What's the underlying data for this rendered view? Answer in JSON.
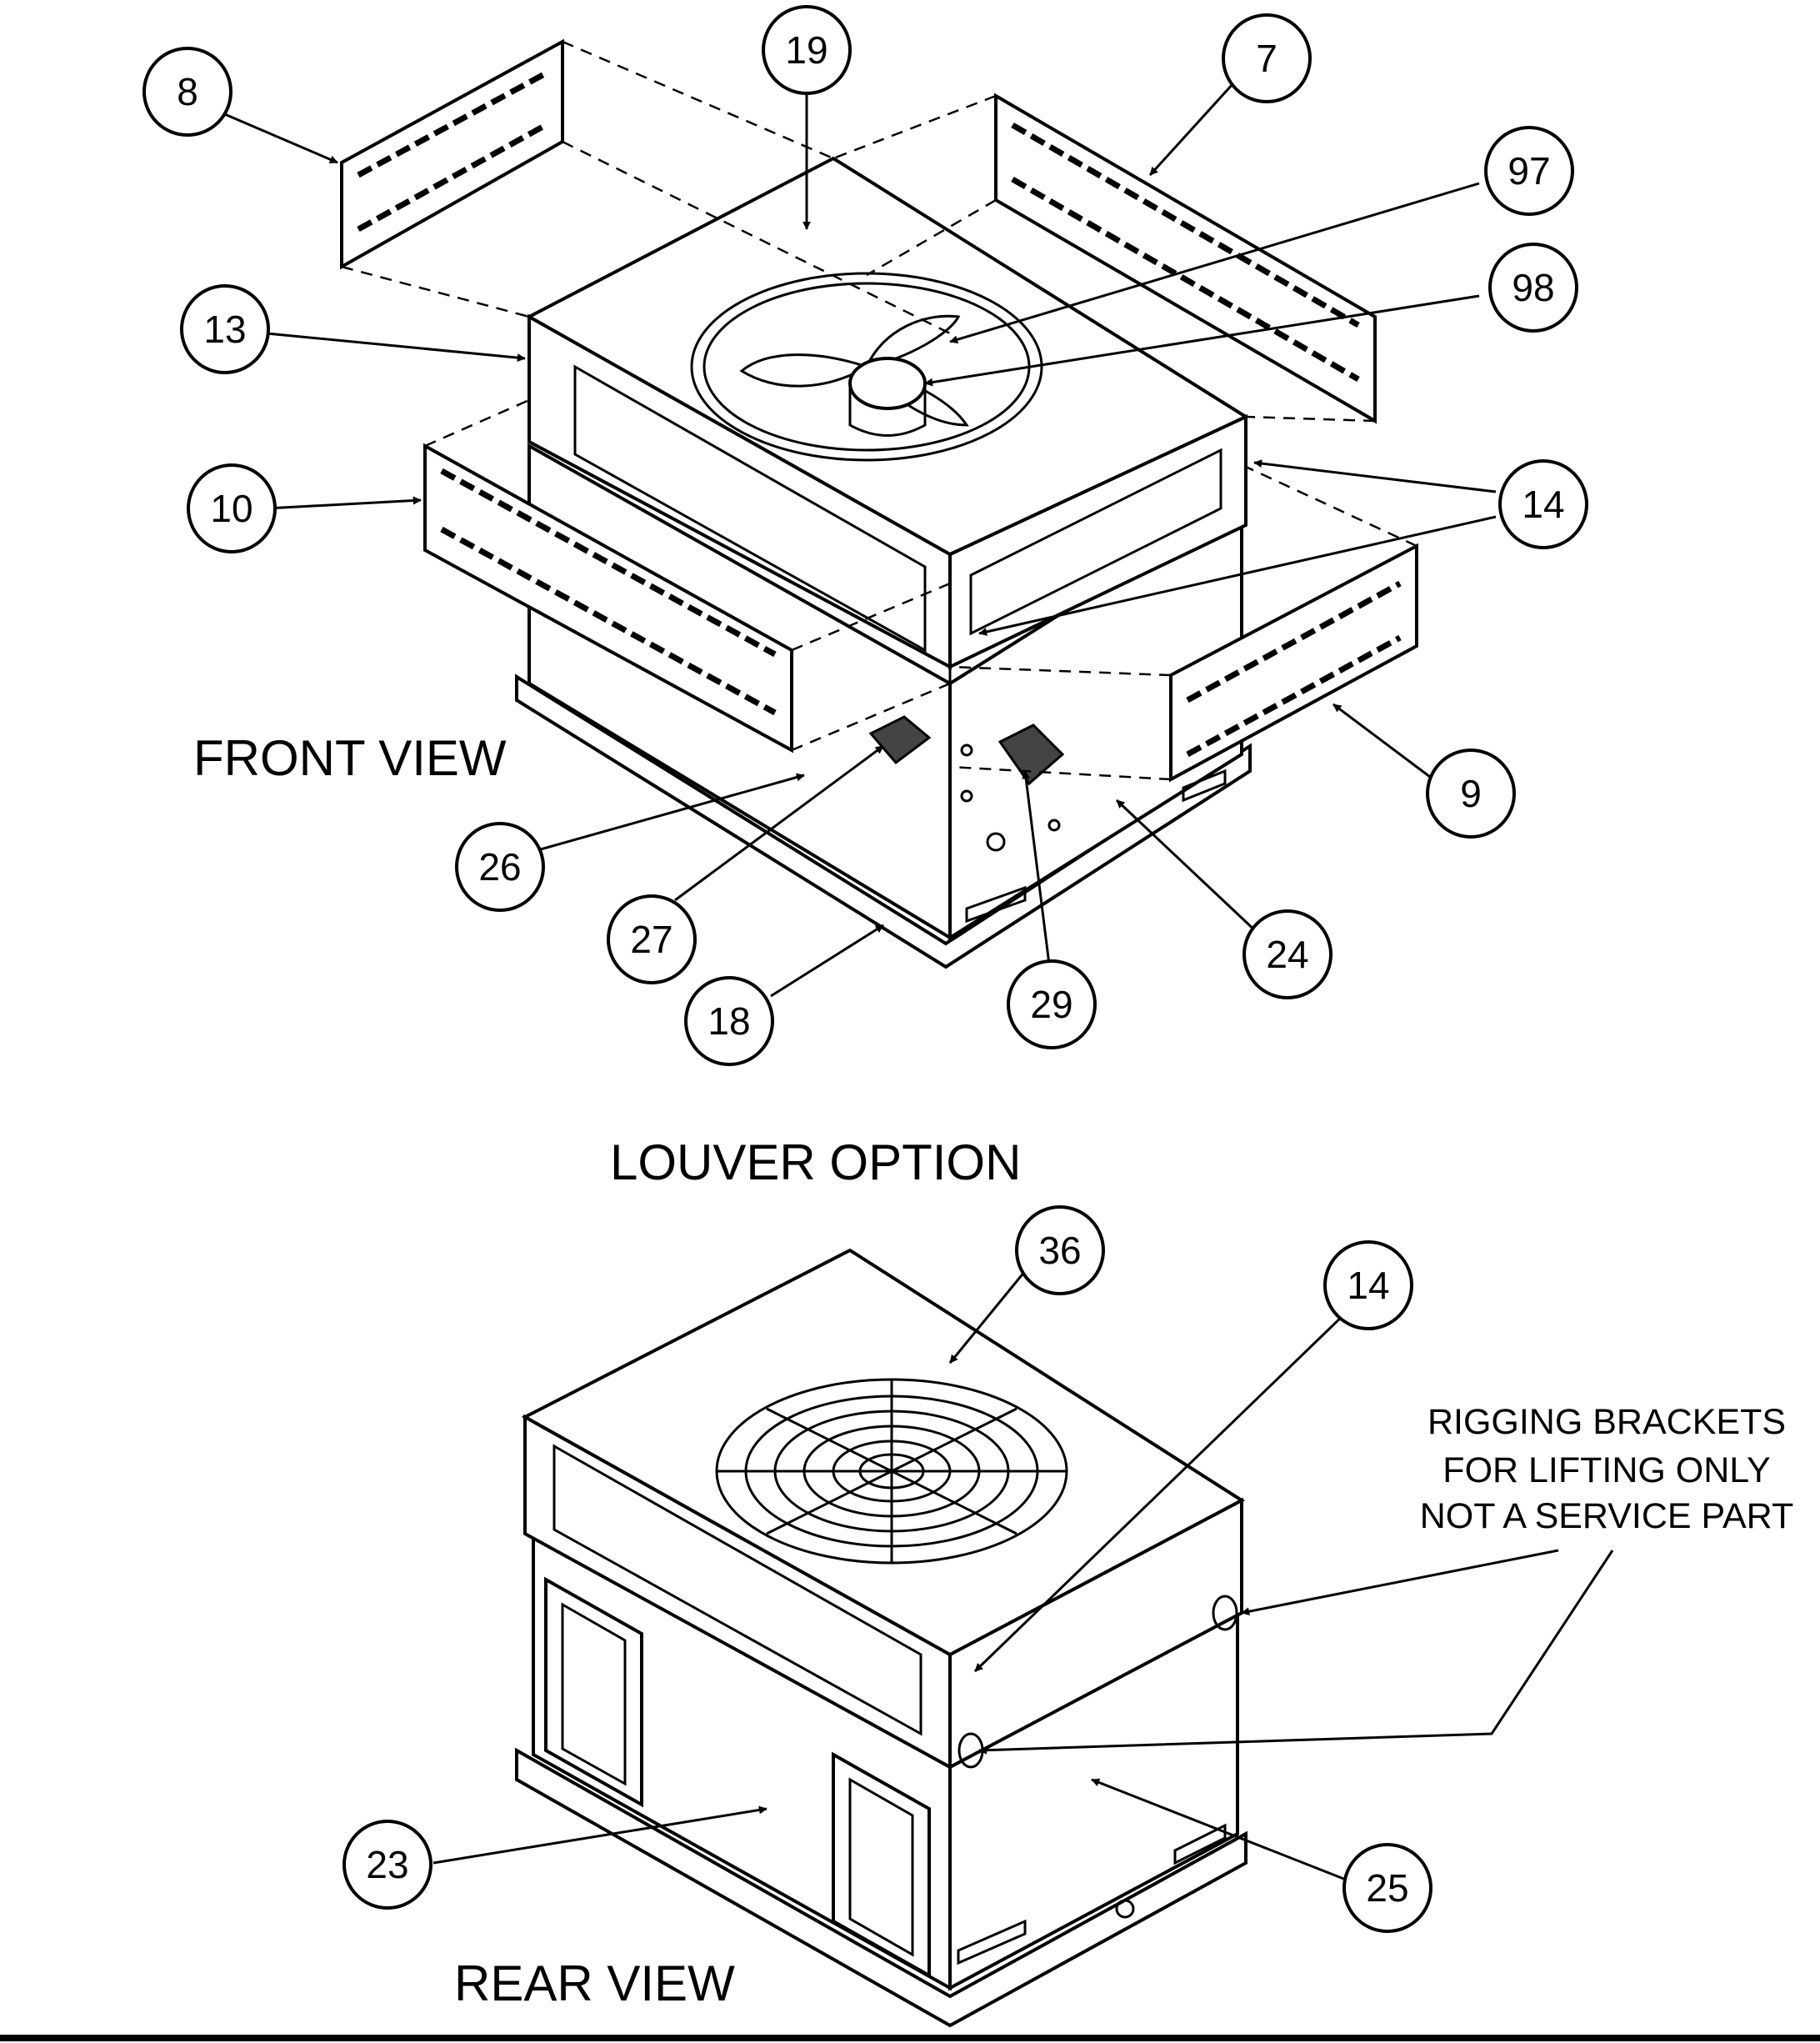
{
  "labels": {
    "front_view": "FRONT VIEW",
    "louver_option": "LOUVER OPTION",
    "rear_view": "REAR VIEW"
  },
  "note": {
    "line1": "RIGGING BRACKETS",
    "line2": "FOR LIFTING ONLY",
    "line3": "NOT A SERVICE PART"
  },
  "callouts": {
    "c8": "8",
    "c19": "19",
    "c7": "7",
    "c97": "97",
    "c98": "98",
    "c13": "13",
    "c10": "10",
    "c14a": "14",
    "c9": "9",
    "c26": "26",
    "c27": "27",
    "c24": "24",
    "c18": "18",
    "c29": "29",
    "c36": "36",
    "c14b": "14",
    "c23": "23",
    "c25": "25"
  }
}
